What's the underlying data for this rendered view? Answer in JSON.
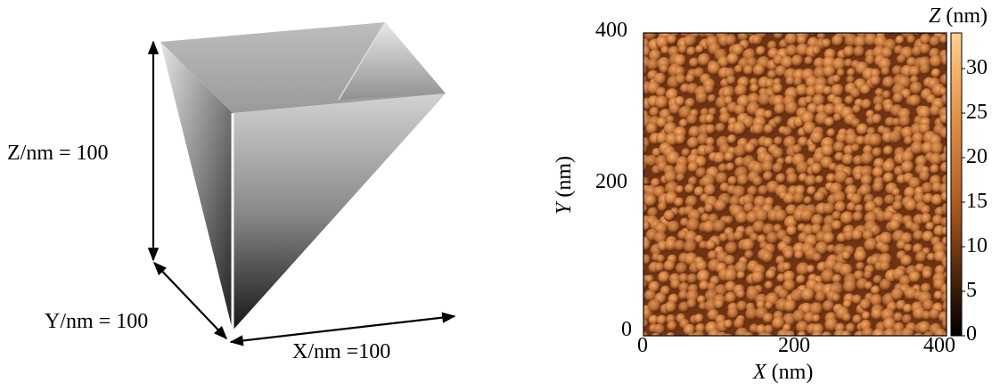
{
  "left_figure": {
    "z_label": "Z/nm = 100",
    "y_label": "Y/nm = 100",
    "x_label": "X/nm =100"
  },
  "right_figure": {
    "x_axis": {
      "var": "X",
      "unit": "(nm)",
      "ticks": [
        "0",
        "200",
        "400"
      ]
    },
    "y_axis": {
      "var": "Y",
      "unit": "(nm)",
      "ticks": [
        "0",
        "200",
        "400"
      ]
    },
    "colorbar": {
      "var": "Z",
      "unit": "(nm)",
      "ticks": [
        "0",
        "5",
        "10",
        "15",
        "20",
        "25",
        "30"
      ],
      "colors": [
        "#000000",
        "#3a1a08",
        "#7a3b12",
        "#b25e24",
        "#d8833b",
        "#f2ad62",
        "#ffd28f"
      ]
    }
  }
}
